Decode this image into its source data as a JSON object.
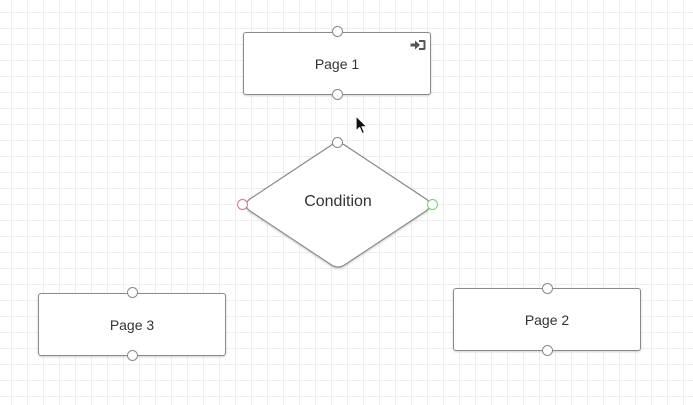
{
  "canvas": {
    "nodes": {
      "page1": {
        "label": "Page 1",
        "icon": "entry-point-icon"
      },
      "condition": {
        "label": "Condition"
      },
      "page2": {
        "label": "Page 2"
      },
      "page3": {
        "label": "Page 3"
      }
    }
  },
  "colors": {
    "grid_line": "#eeeeee",
    "node_border": "#8a8a8a",
    "text": "#333333",
    "port_false": "#d9758a",
    "port_true": "#7fc97a",
    "icon": "#555555"
  },
  "icons": {
    "cursor": "mouse-pointer-icon"
  }
}
